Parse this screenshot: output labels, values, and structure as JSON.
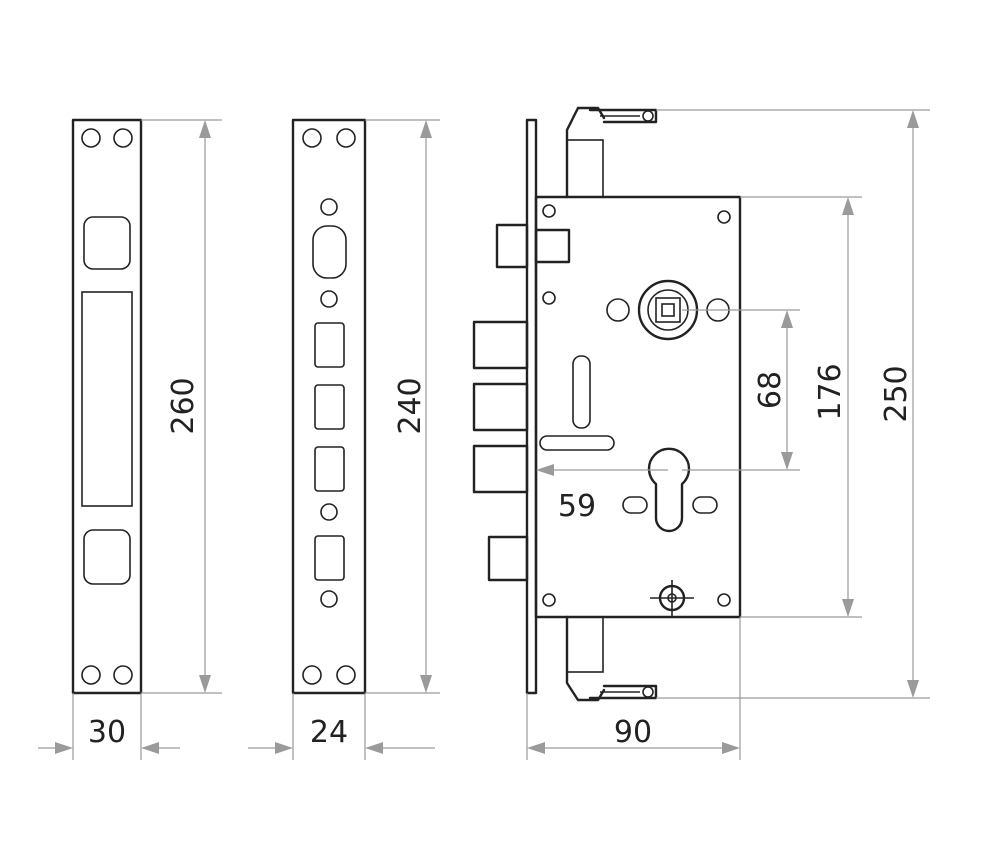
{
  "dimensions": {
    "strike_plate_width": "30",
    "strike_plate_height": "260",
    "faceplate_width": "24",
    "faceplate_height": "240",
    "lock_body_width": "90",
    "lock_backset": "59",
    "lock_center_distance": "68",
    "lock_body_height": "176",
    "lock_total_height": "250"
  }
}
